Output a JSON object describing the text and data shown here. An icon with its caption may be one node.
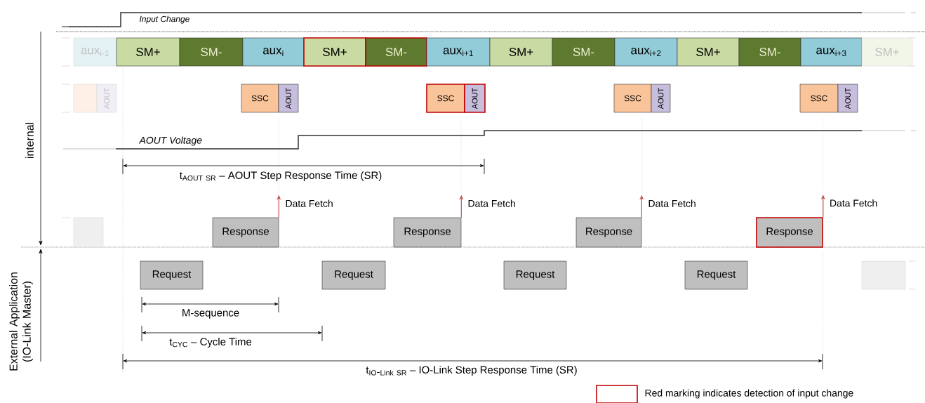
{
  "diagram": {
    "nodes": [
      {
        "text": [
          "aux$_{i-1}$"
        ]
      },
      {
        "text": [
          "SM+"
        ]
      },
      {
        "text": [
          "SM-"
        ]
      },
      {
        "text": [
          "aux$_{i}$"
        ]
      },
      {
        "text": [
          "SM+"
        ]
      },
      {
        "text": [
          "SM-"
        ]
      },
      {
        "text": [
          "aux$_{i+1}$"
        ]
      },
      {
        "text": [
          "SM+"
        ]
      },
      {
        "text": [
          "SM-"
        ]
      },
      {
        "text": [
          "aux$_{i+2}$"
        ]
      },
      {
        "text": [
          "SM+"
        ]
      },
      {
        "text": [
          "SM-"
        ]
      },
      {
        "text": [
          "aux$_{i+3}$"
        ]
      },
      {
        "text": [
          "SM+"
        ]
      },
      {
        "text": [],
        "shape": "box"
      },
      {
        "text": [
          "AOUT"
        ]
      },
      {
        "text": [
          "SSC"
        ]
      },
      {
        "text": [
          "AOUT"
        ]
      },
      {
        "text": [
          "SSC"
        ]
      },
      {
        "text": [
          "AOUT"
        ]
      },
      {
        "text": [
          "SSC"
        ]
      },
      {
        "text": [
          "AOUT"
        ]
      },
      {
        "text": [
          "SSC"
        ]
      },
      {
        "text": [
          "AOUT"
        ]
      },
      {
        "text": [],
        "shape": "box"
      },
      {
        "text": [
          "Response"
        ]
      },
      {
        "text": [
          "Response"
        ]
      },
      {
        "text": [
          "Response"
        ]
      },
      {
        "text": [
          "Response"
        ]
      },
      {
        "text": [
          "Request"
        ]
      },
      {
        "text": [
          "Request"
        ]
      },
      {
        "text": [
          "Request"
        ]
      },
      {
        "text": [
          "Request"
        ]
      },
      {
        "text": [],
        "shape": "box"
      }
    ],
    "edges": [
      {
        "from": 25,
        "to": null,
        "arrow": "to",
        "label": "Data Fetch",
        "color": "#c0504d"
      },
      {
        "from": 26,
        "to": null,
        "arrow": "to",
        "label": "Data Fetch",
        "color": "#c0504d"
      },
      {
        "from": 27,
        "to": null,
        "arrow": "to",
        "label": "Data Fetch",
        "color": "#c0504d"
      },
      {
        "from": 28,
        "to": null,
        "arrow": "to",
        "label": "Data Fetch",
        "color": "#c0504d"
      }
    ],
    "labels": [
      "Input Change",
      "internal",
      "AOUT Voltage",
      "\\mathrm{t}_{\\mathrm{AOUT\\ SR}}\\mbox{ – AOUT Step Response Time (SR)}",
      "External Application (IO-Link Master)",
      "M-sequence",
      "\\mathrm{t}_{\\mathrm{CYC}}\\mbox{ – Cycle Time}",
      "\\mathrm{t}_{\\mathrm{IO\\mbox{-}Link\\ SR}}\\mbox{ – IO-Link Step Response Time (SR)}"
    ],
    "legend": [
      {
        "text": "Red marking indicates detection of input change"
      }
    ]
  }
}
